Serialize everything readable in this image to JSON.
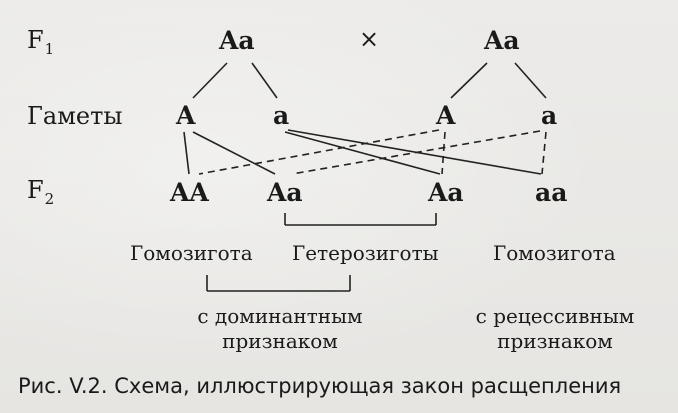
{
  "rows": {
    "f1": {
      "label": "F",
      "sub": "1"
    },
    "gametes": {
      "label": "Гаметы"
    },
    "f2": {
      "label": "F",
      "sub": "2"
    }
  },
  "parents": {
    "left": "Aa",
    "cross": "×",
    "right": "Aa"
  },
  "gametes": {
    "left_dominant": "A",
    "left_recessive": "a",
    "right_dominant": "A",
    "right_recessive": "a"
  },
  "offspring": [
    "AA",
    "Aa",
    "Aa",
    "aa"
  ],
  "groups": {
    "homozygote_left": "Гомозигота",
    "heterozygotes": "Гетерозиготы",
    "homozygote_right": "Гомозигота",
    "dominant_line1": "с доминантным",
    "dominant_line2": "признаком",
    "recessive_line1": "с рецессивным",
    "recessive_line2": "признаком"
  },
  "caption": "Рис. V.2. Схема, иллюстрирующая закон расщепления"
}
